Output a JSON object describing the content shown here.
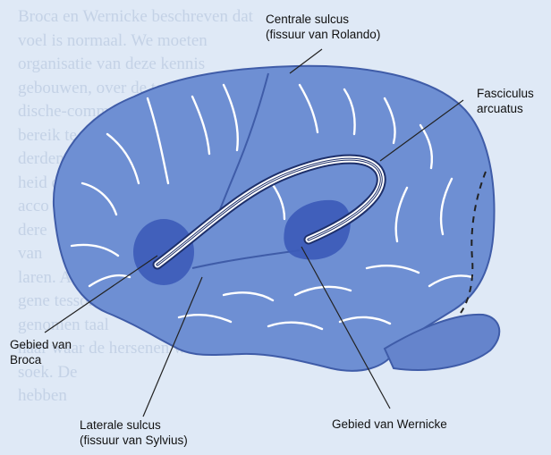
{
  "labels": {
    "central_sulcus": "Centrale sulcus\n(fissuur van Rolando)",
    "fasciculus": "Fasciculus\narcuatus",
    "broca": "Gebied van\nBroca",
    "lateral_sulcus": "Laterale sulcus\n(fissuur van Sylvius)",
    "wernicke": "Gebied van Wernicke"
  },
  "background_text": "Broca en Wernicke beschreven dat\nvoel is normaal. We moeten\norganisatie van deze kennis\ngebouwen, over de toegang\ndische-communicatie\nbereik te\nderden van\nheid die\nacco\ndere\nvan\nlaren. Als de\ngene tessoren\ngenomen taal\nnaar waar de hersenen worden\nsoek. De\nhebben",
  "colors": {
    "brain_fill": "#6e8fd3",
    "brain_outline": "#3f5ca8",
    "sulcus": "#ffffff",
    "region_fill": "#3c5bb8",
    "background": "#dfe9f6",
    "leader": "#222222"
  }
}
